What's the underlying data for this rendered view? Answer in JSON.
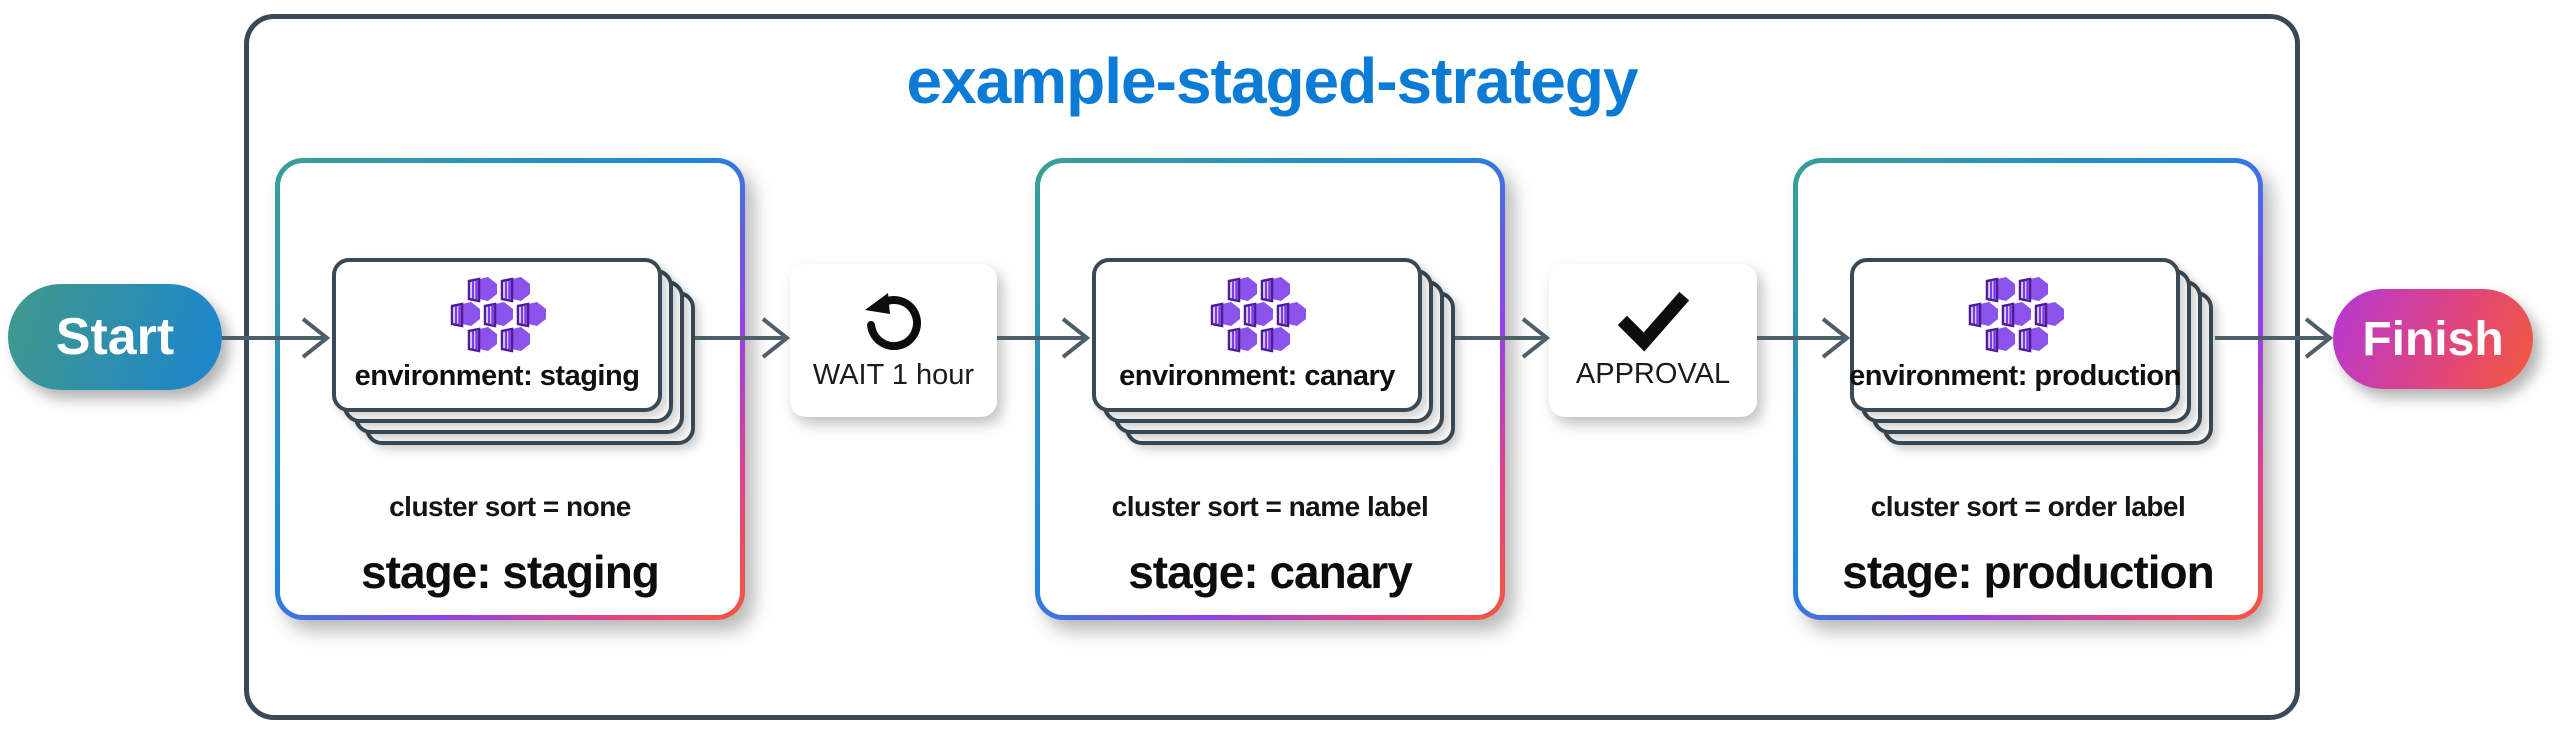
{
  "diagram": {
    "title": "example-staged-strategy",
    "start_label": "Start",
    "finish_label": "Finish",
    "stages": [
      {
        "environment": "environment: staging",
        "cluster_sort": "cluster sort = none",
        "stage": "stage: staging"
      },
      {
        "environment": "environment: canary",
        "cluster_sort": "cluster sort = name label",
        "stage": "stage: canary"
      },
      {
        "environment": "environment: production",
        "cluster_sort": "cluster sort = order label",
        "stage": "stage: production"
      }
    ],
    "connectors": [
      {
        "label": "WAIT 1 hour",
        "icon": "rotate-ccw-icon"
      },
      {
        "label": "APPROVAL",
        "icon": "checkmark-icon"
      }
    ],
    "colors": {
      "title_blue": "#0b7bd5",
      "container_border": "#394956",
      "arrow_gray": "#4f5f6a",
      "stage_border_gradient": [
        "#38a095",
        "#1f86dd",
        "#9340e8",
        "#e0418c",
        "#f4583d"
      ],
      "start_gradient": [
        "#41998a",
        "#1f86c9"
      ],
      "finish_gradient": [
        "#b438d6",
        "#e0457b",
        "#f4593c"
      ],
      "cluster_icon_purple": "#8b52ec",
      "cluster_icon_dark_purple": "#4c1d95"
    }
  }
}
